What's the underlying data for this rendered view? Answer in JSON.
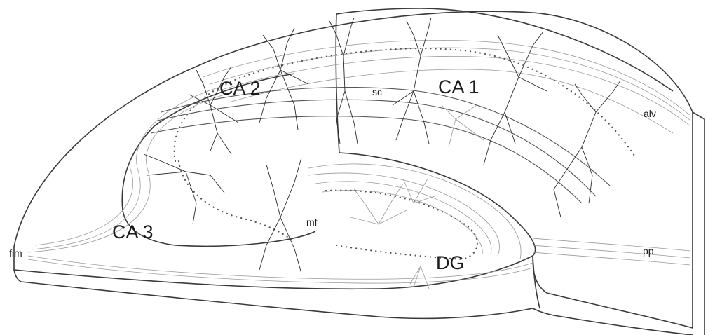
{
  "figure": {
    "region_labels": {
      "ca1": "CA 1",
      "ca2": "CA 2",
      "ca3": "CA 3",
      "dg": "DG"
    },
    "pathway_labels": {
      "sc": "sc",
      "mf": "mf",
      "alv": "alv",
      "fim": "fim",
      "pp": "pp"
    },
    "colors": {
      "outline": "#3a3a3a",
      "dendrite_dark": "#2a2a2a",
      "dendrite_light": "#9a9a9a"
    }
  }
}
